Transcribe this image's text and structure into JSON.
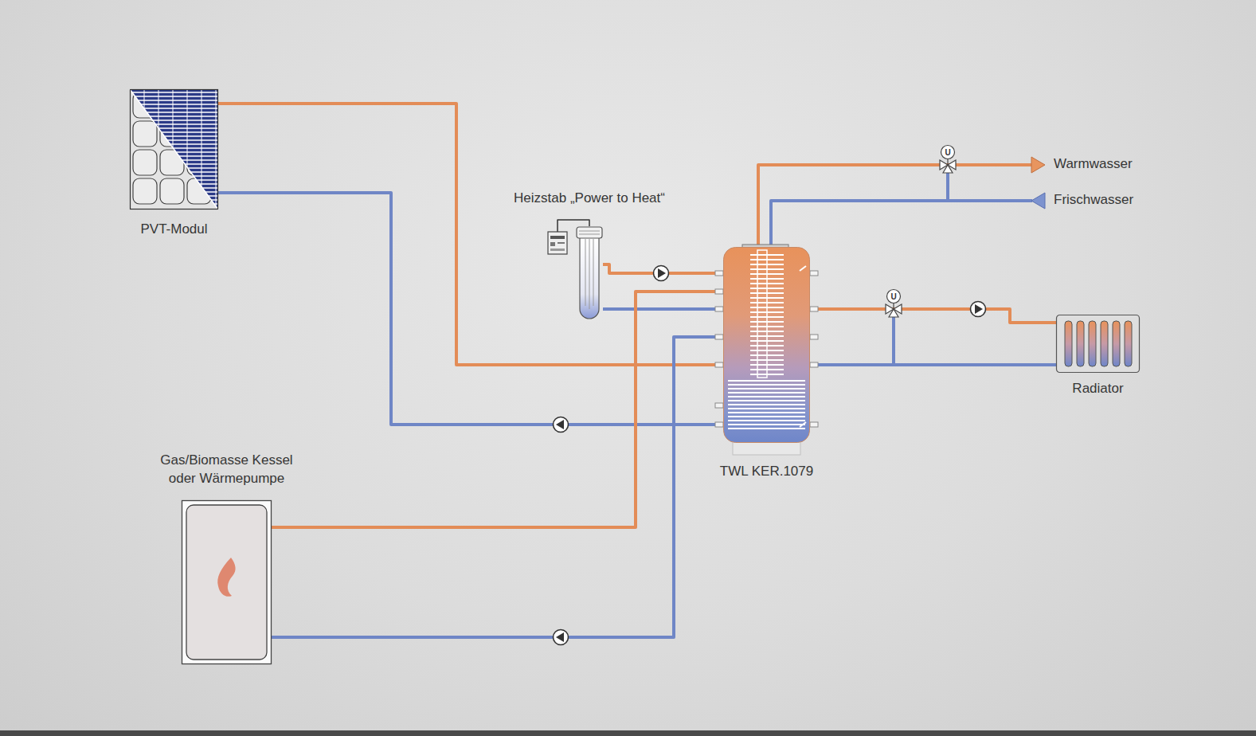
{
  "diagram": {
    "nodes": [
      {
        "text": [
          "PVT-Modul"
        ]
      },
      {
        "text": [
          "Heizstab „Power to Heat“"
        ]
      },
      {
        "text": [
          "TWL KER.1079"
        ]
      },
      {
        "text": [
          "Radiator"
        ]
      },
      {
        "text": [
          "Gas/Biomasse Kessel oder Wärmepumpe"
        ]
      }
    ],
    "edges": [
      {
        "from": 0,
        "to": 2,
        "arrow": "none"
      },
      {
        "from": 2,
        "to": 0,
        "arrow": "none"
      },
      {
        "from": 1,
        "to": 2,
        "arrow": "none"
      },
      {
        "from": 2,
        "to": 1,
        "arrow": "none"
      },
      {
        "from": 4,
        "to": 2,
        "arrow": "none"
      },
      {
        "from": 2,
        "to": 4,
        "arrow": "none"
      },
      {
        "from": 2,
        "to": 3,
        "arrow": "none"
      },
      {
        "from": 3,
        "to": 2,
        "arrow": "none"
      }
    ],
    "labels": [
      "Warmwasser",
      "Frischwasser",
      "U",
      "U"
    ]
  }
}
